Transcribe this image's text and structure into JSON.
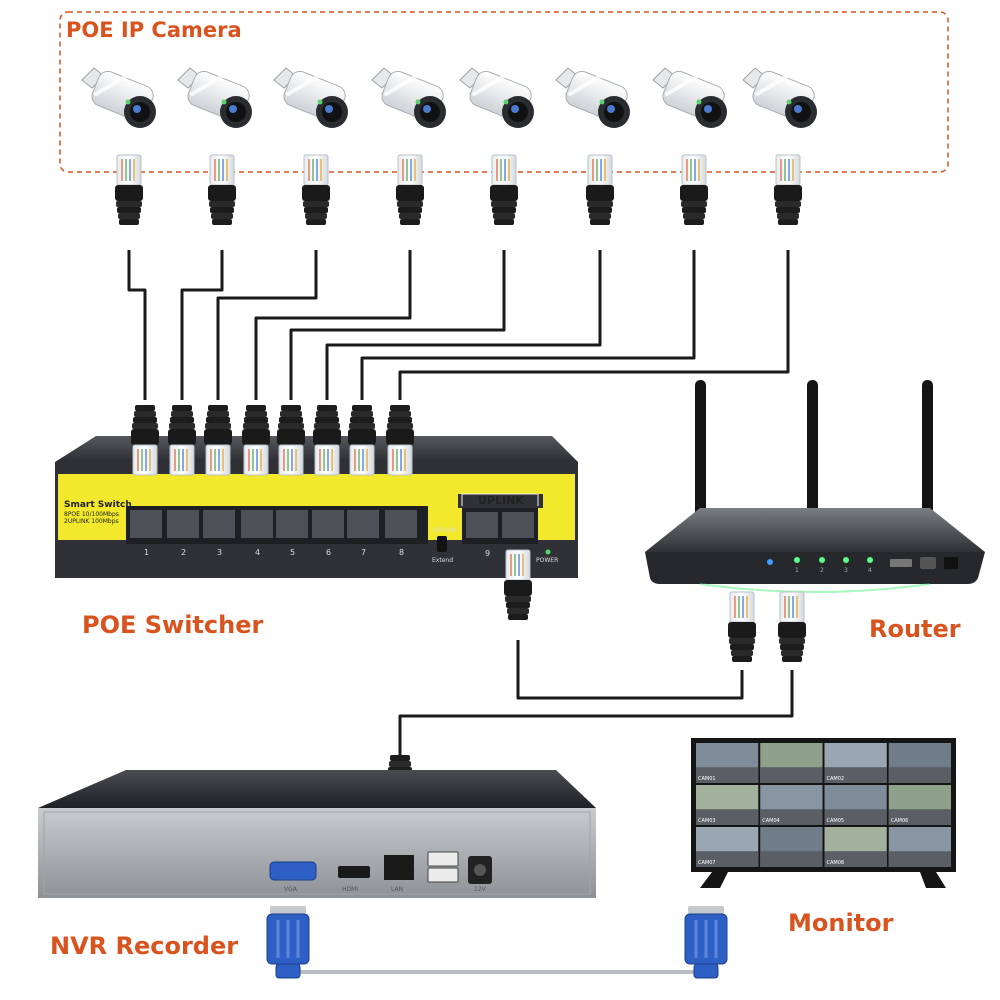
{
  "labels": {
    "cameras": "POE IP Camera",
    "switch": "POE Switcher",
    "router": "Router",
    "nvr": "NVR Recorder",
    "monitor": "Monitor"
  },
  "switch_panel": {
    "brand": "Smart Switch",
    "spec1": "8POE 10/100Mbps",
    "spec2": "2UPLINK 100Mbps",
    "uplink": "UPLINK",
    "toggle_top": "OFF/ON",
    "toggle_bottom": "Extend",
    "power": "POWER",
    "ports": [
      "1",
      "2",
      "3",
      "4",
      "5",
      "6",
      "7",
      "8",
      "9"
    ]
  },
  "router_panel": {
    "leds": [
      "1",
      "2",
      "3",
      "4"
    ]
  },
  "nvr_panel": {
    "ports": [
      "VGA",
      "HDMI",
      "LAN",
      "",
      "12V"
    ]
  },
  "monitor_feeds": [
    "CAM01",
    "CAM02",
    "CAM03",
    "CAM04",
    "CAM05",
    "CAM06",
    "CAM07",
    "CAM08"
  ],
  "colors": {
    "label": "#d9531e",
    "accent_yellow": "#f2e82c",
    "switch_body": "#3c3f45",
    "cable": "#1a1a1a",
    "vga_blue": "#2d5fc4"
  },
  "icons": [
    "camera-icon",
    "rj45-plug-icon",
    "vga-plug-icon",
    "antenna-icon"
  ]
}
